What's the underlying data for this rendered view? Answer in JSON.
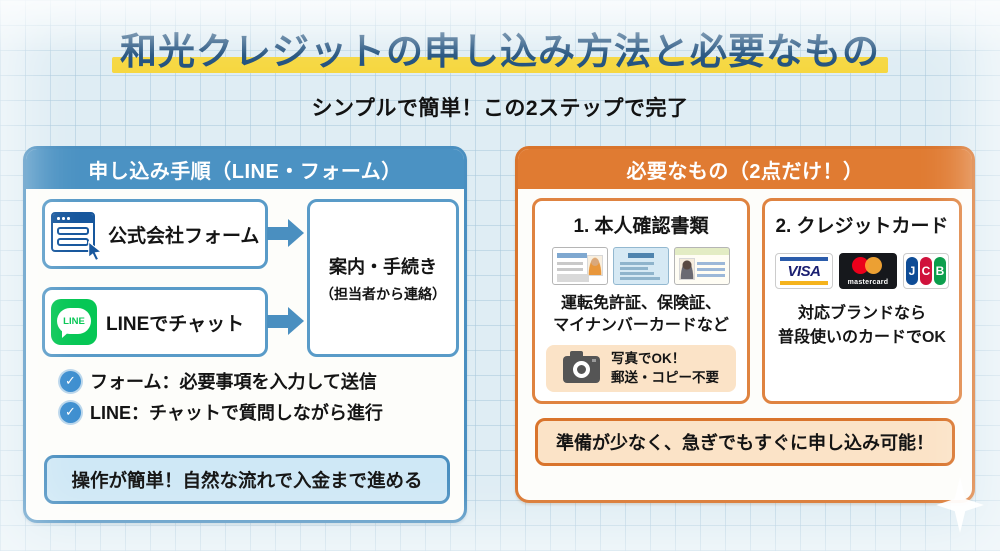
{
  "page": {
    "title": "和光クレジットの申し込み方法と必要なもの",
    "subtitle": "シンプルで簡単！この2ステップで完了"
  },
  "left_panel": {
    "header": "申し込み手順（LINE・フォーム）",
    "form_step_label": "公式会社フォーム",
    "line_step_label": "LINEでチャット",
    "result_title": "案内・手続き",
    "result_subtitle": "（担当者から連絡）",
    "checklist": [
      {
        "text": "フォーム：必要事項を入力して送信"
      },
      {
        "text": "LINE：チャットで質問しながら進行"
      }
    ],
    "footer_note": "操作が簡単！自然な流れで入金まで進める"
  },
  "right_panel": {
    "header": "必要なもの（2点だけ！）",
    "documents": {
      "title": "1. 本人確認書類",
      "caption_line1": "運転免許証、保険証、",
      "caption_line2": "マイナンバーカードなど",
      "photo_note_line1": "写真でOK！",
      "photo_note_line2": "郵送・コピー不要"
    },
    "credit_card": {
      "title": "2. クレジットカード",
      "visa_label": "VISA",
      "mastercard_label": "mastercard",
      "jcb_letters": [
        "J",
        "C",
        "B"
      ],
      "caption_line1": "対応ブランドなら",
      "caption_line2": "普段使いのカードでOK"
    },
    "footer_note": "準備が少なく、急ぎでもすぐに申し込み可能！"
  },
  "icons": {
    "check_glyph": "✓",
    "line_label": "LINE"
  },
  "colors": {
    "title_text": "#1e4f7c",
    "title_highlight": "#f6d73e",
    "blue_border": "#4a8fc0",
    "blue_header_bg": "#4b92c3",
    "light_blue_fill": "#cfe8f6",
    "orange_border": "#d9742c",
    "orange_header_bg": "#e07b32",
    "peach_fill": "#fbe3c7",
    "line_green": "#06c755",
    "check_blue": "#3e8fd0",
    "background": "#dfedf4"
  }
}
